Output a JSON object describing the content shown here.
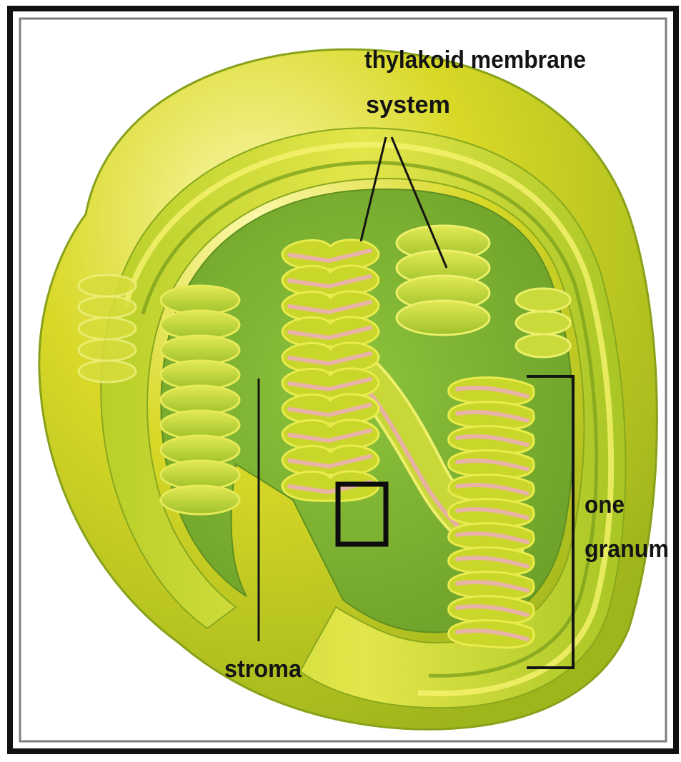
{
  "diagram": {
    "labels": {
      "thylakoid_line1": "thylakoid membrane",
      "thylakoid_line2": "system",
      "granum_line1": "one",
      "granum_line2": "granum",
      "stroma": "stroma"
    },
    "colors": {
      "frame": "#111111",
      "outer_membrane": "#cfd21e",
      "outer_highlight": "#f2f07a",
      "inner_membrane": "#9cc02a",
      "stroma": "#8fbf3a",
      "stroma_dark": "#6fa22a",
      "thylakoid": "#c9d62a",
      "thylakoid_edge": "#e9ec4d",
      "lumen": "#e9b4a7",
      "leader_line": "#141414"
    }
  }
}
